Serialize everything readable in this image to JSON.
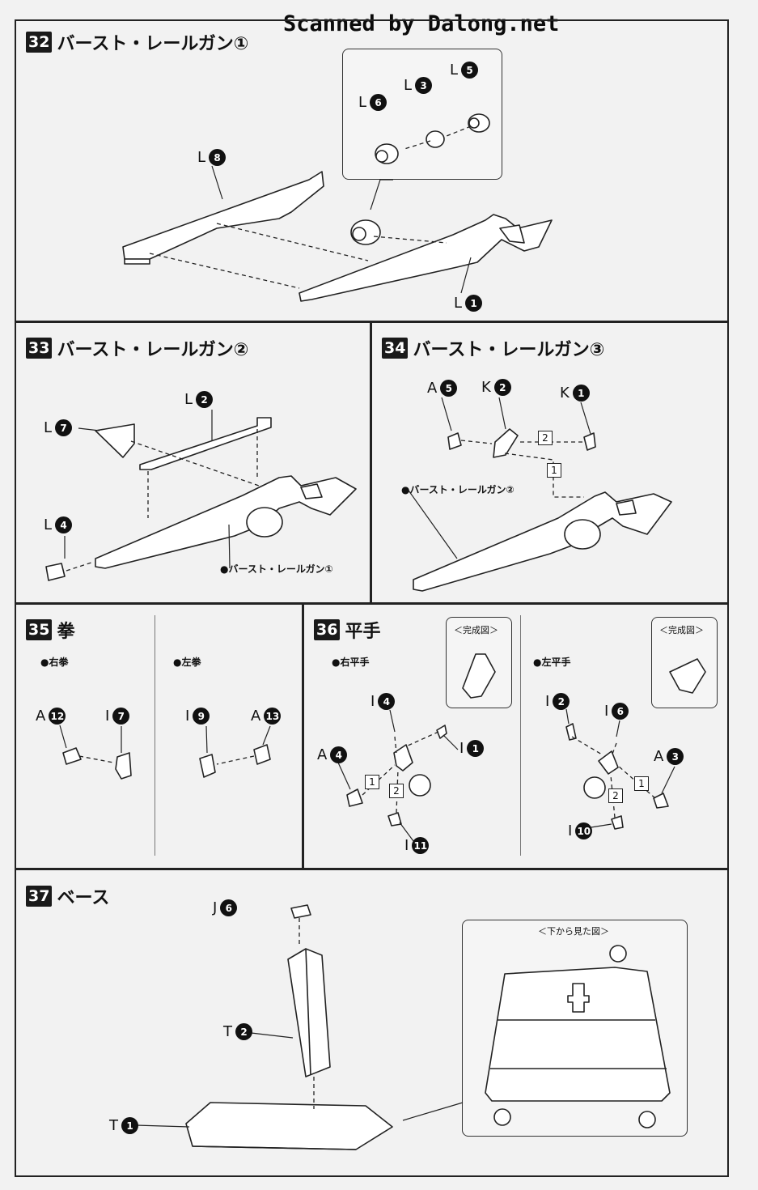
{
  "header": {
    "scan_credit": "Scanned by Dalong.net"
  },
  "steps": [
    {
      "number": "32",
      "title": "バースト・レールガン①",
      "parts": [
        {
          "letter": "L",
          "num": "8"
        },
        {
          "letter": "L",
          "num": "6"
        },
        {
          "letter": "L",
          "num": "3"
        },
        {
          "letter": "L",
          "num": "5"
        },
        {
          "letter": "L",
          "num": "1"
        }
      ]
    },
    {
      "number": "33",
      "title": "バースト・レールガン②",
      "parts": [
        {
          "letter": "L",
          "num": "2"
        },
        {
          "letter": "L",
          "num": "7"
        },
        {
          "letter": "L",
          "num": "4"
        }
      ],
      "ref": "●バースト・レールガン①"
    },
    {
      "number": "34",
      "title": "バースト・レールガン③",
      "parts": [
        {
          "letter": "A",
          "num": "5"
        },
        {
          "letter": "K",
          "num": "2"
        },
        {
          "letter": "K",
          "num": "1"
        }
      ],
      "ref": "●バースト・レールガン②",
      "order": [
        "2",
        "1"
      ]
    },
    {
      "number": "35",
      "title": "拳",
      "sub_right": "●右拳",
      "sub_left": "●左拳",
      "parts": [
        {
          "letter": "A",
          "num": "12"
        },
        {
          "letter": "I",
          "num": "7"
        },
        {
          "letter": "I",
          "num": "9"
        },
        {
          "letter": "A",
          "num": "13"
        }
      ]
    },
    {
      "number": "36",
      "title": "平手",
      "sub_right": "●右平手",
      "sub_left": "●左平手",
      "complete": "＜完成図＞",
      "parts": [
        {
          "letter": "I",
          "num": "4"
        },
        {
          "letter": "I",
          "num": "1"
        },
        {
          "letter": "A",
          "num": "4"
        },
        {
          "letter": "I",
          "num": "11"
        },
        {
          "letter": "I",
          "num": "2"
        },
        {
          "letter": "I",
          "num": "6"
        },
        {
          "letter": "A",
          "num": "3"
        },
        {
          "letter": "I",
          "num": "10"
        }
      ],
      "order": [
        "1",
        "2",
        "1",
        "2"
      ]
    },
    {
      "number": "37",
      "title": "ベース",
      "bottom_view": "＜下から見た図＞",
      "parts": [
        {
          "letter": "J",
          "num": "6"
        },
        {
          "letter": "T",
          "num": "2"
        },
        {
          "letter": "T",
          "num": "1"
        }
      ]
    }
  ]
}
